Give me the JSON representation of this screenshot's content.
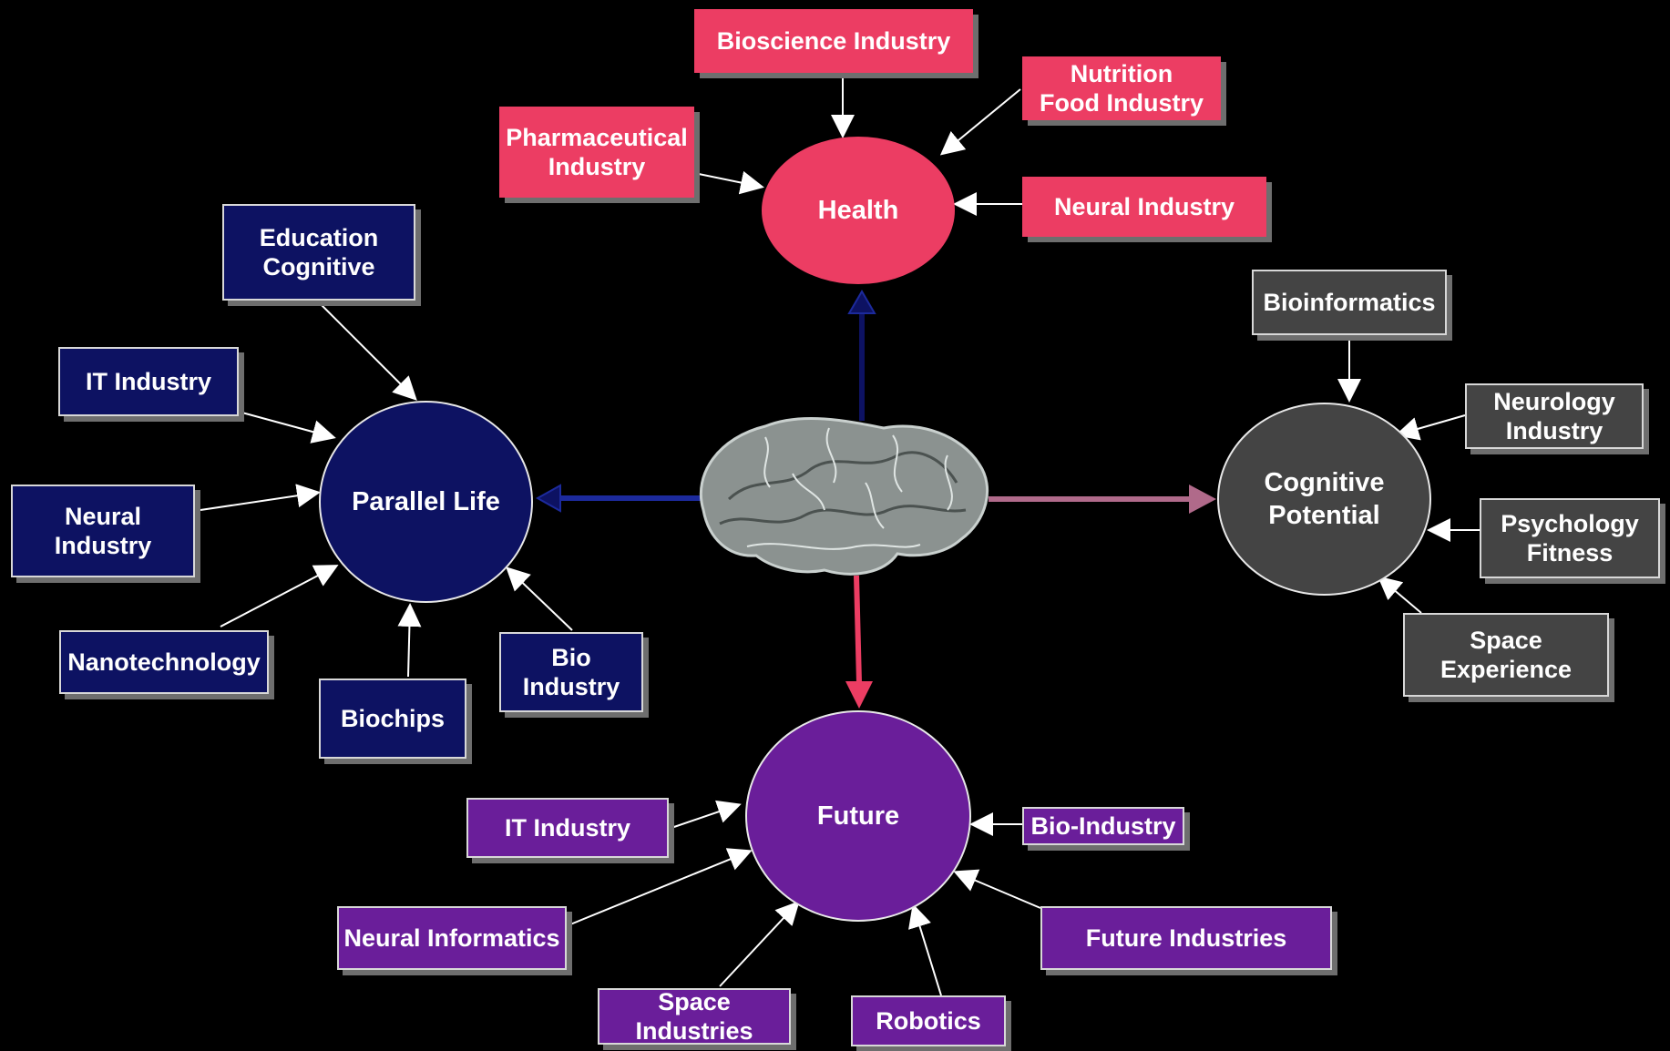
{
  "hubs": {
    "health": "Health",
    "parallel": "Parallel Life",
    "cognitive": "Cognitive\nPotential",
    "future": "Future"
  },
  "health_nodes": {
    "bioscience": "Bioscience Industry",
    "nutrition": "Nutrition\nFood Industry",
    "pharmaceutical": "Pharmaceutical\nIndustry",
    "neural": "Neural Industry"
  },
  "parallel_nodes": {
    "education": "Education\nCognitive",
    "it": "IT Industry",
    "neural": "Neural\nIndustry",
    "nanotech": "Nanotechnology",
    "biochips": "Biochips",
    "bio": "Bio Industry"
  },
  "cognitive_nodes": {
    "bioinformatics": "Bioinformatics",
    "neurology": "Neurology\nIndustry",
    "psychology": "Psychology\nFitness",
    "space": "Space\nExperience"
  },
  "future_nodes": {
    "it": "IT Industry",
    "bio": "Bio-Industry",
    "neural_informatics": "Neural Informatics",
    "future_industries": "Future Industries",
    "space_industries": "Space Industries",
    "robotics": "Robotics"
  },
  "colors": {
    "health": "#ec3d63",
    "parallel": "#0d1262",
    "cognitive": "#444444",
    "future": "#6a1e9a",
    "background": "#000000"
  },
  "center_icon": "brain-icon"
}
